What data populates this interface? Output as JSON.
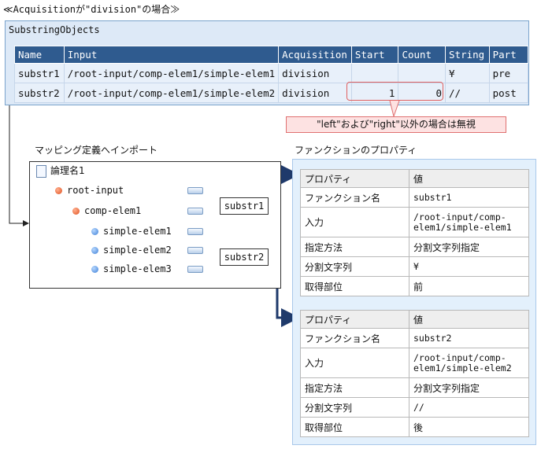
{
  "caption": "≪Acquisitionが\"division\"の場合≫",
  "substring_objects": {
    "title": "SubstringObjects",
    "columns": [
      "Name",
      "Input",
      "Acquisition",
      "Start",
      "Count",
      "String",
      "Part"
    ],
    "rows": [
      {
        "name": "substr1",
        "input": "/root-input/comp-elem1/simple-elem1",
        "acquisition": "division",
        "start": "",
        "count": "",
        "string": "¥",
        "part": "pre"
      },
      {
        "name": "substr2",
        "input": "/root-input/comp-elem1/simple-elem2",
        "acquisition": "division",
        "start": "1",
        "count": "0",
        "string": "//",
        "part": "post"
      }
    ]
  },
  "note": "\"left\"および\"right\"以外の場合は無視",
  "mapping": {
    "label": "マッピング定義へインポート",
    "logical_name": "論理名1",
    "nodes": {
      "root": "root-input",
      "comp": "comp-elem1",
      "s1": "simple-elem1",
      "s2": "simple-elem2",
      "s3": "simple-elem3"
    },
    "functions": [
      "substr1",
      "substr2"
    ]
  },
  "properties": {
    "label": "ファンクションのプロパティ",
    "tables": [
      {
        "header": [
          "プロパティ",
          "値"
        ],
        "rows": [
          [
            "ファンクション名",
            "substr1"
          ],
          [
            "入力",
            "/root-input/comp-elem1/simple-elem1"
          ],
          [
            "指定方法",
            "分割文字列指定"
          ],
          [
            "分割文字列",
            "¥"
          ],
          [
            "取得部位",
            "前"
          ]
        ]
      },
      {
        "header": [
          "プロパティ",
          "値"
        ],
        "rows": [
          [
            "ファンクション名",
            "substr2"
          ],
          [
            "入力",
            "/root-input/comp-elem1/simple-elem2"
          ],
          [
            "指定方法",
            "分割文字列指定"
          ],
          [
            "分割文字列",
            "//"
          ],
          [
            "取得部位",
            "後"
          ]
        ]
      }
    ]
  },
  "colors": {
    "header_blue": "#2f5b8f",
    "panel_blue": "#dde9f7",
    "note_pink": "#fde2e2",
    "arrow_navy": "#1f3a6b"
  }
}
